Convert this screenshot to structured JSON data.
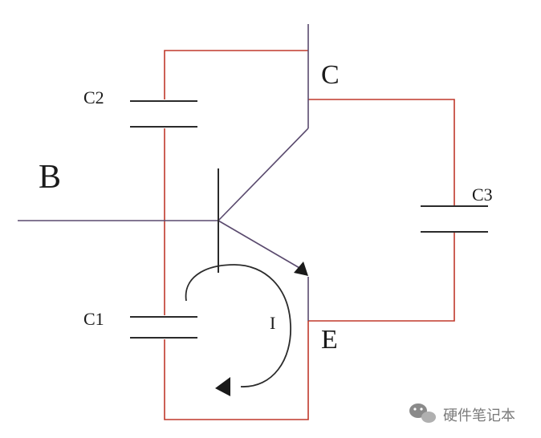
{
  "labels": {
    "base": "B",
    "collector": "C",
    "emitter": "E",
    "cap1": "C1",
    "cap2": "C2",
    "cap3": "C3",
    "current": "I"
  },
  "watermark": {
    "text": "硬件笔记本",
    "icon": "wechat-icon"
  },
  "colors": {
    "red_wire": "#c0392b",
    "purple_wire": "#5a4a6e",
    "dark_wire": "#2b2b2b",
    "arrow": "#1a1a1a",
    "watermark": "#7a7a7a"
  }
}
